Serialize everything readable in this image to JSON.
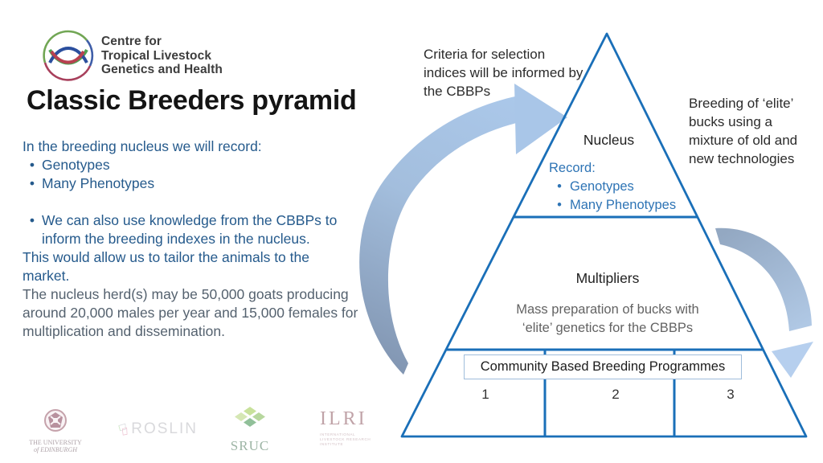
{
  "brand": {
    "line1": "Centre for",
    "line2": "Tropical Livestock",
    "line3": "Genetics and Health"
  },
  "title": "Classic Breeders pyramid",
  "left_panel": {
    "intro": "In the breeding nucleus we will record:",
    "record_bullets": [
      "Genotypes",
      "Many Phenotypes"
    ],
    "knowledge_bullet": "We can also use knowledge from the CBBPs to inform the breeding indexes in the nucleus.",
    "tailor_paragraph": "This would allow us to tailor the animals to the market.",
    "herd_paragraph": "The nucleus herd(s) may be 50,000 goats producing around 20,000 males per year and 15,000 females for multiplication and dissemination."
  },
  "annotations": {
    "criteria": "Criteria for selection indices will be informed by the CBBPs",
    "breeding": "Breeding of ‘elite’ bucks using a mixture of old and new technologies"
  },
  "pyramid": {
    "nucleus_label": "Nucleus",
    "record_heading": "Record:",
    "record_bullets": [
      "Genotypes",
      "Many Phenotypes"
    ],
    "multipliers_label": "Multipliers",
    "multipliers_sub_lines": [
      "Mass preparation of bucks with",
      "‘elite’ genetics for the CBBPs"
    ],
    "cbbp_box_label": "Community Based Breeding Programmes",
    "cell_numbers": [
      "1",
      "2",
      "3"
    ]
  },
  "footer_logos": {
    "edinburgh_line1": "THE UNIVERSITY",
    "edinburgh_line2": "of EDINBURGH",
    "roslin": "ROSLIN",
    "sruc": "SRUC",
    "ilri_name": "ILRI",
    "ilri_sub_lines": [
      "INTERNATIONAL",
      "LIVESTOCK RESEARCH",
      "INSTITUTE"
    ]
  },
  "colors": {
    "pyramid_blue": "#1a6fb8",
    "record_blue": "#2e74b5",
    "body_text_blue": "#255a8c",
    "body_text_gray_blue": "#55626f",
    "sub_text_gray": "#636363",
    "arrow_light_blue": "#abc8ea",
    "arrow_gray_blue": "#8296b2",
    "cbbp_box_border": "#9fbddb"
  }
}
